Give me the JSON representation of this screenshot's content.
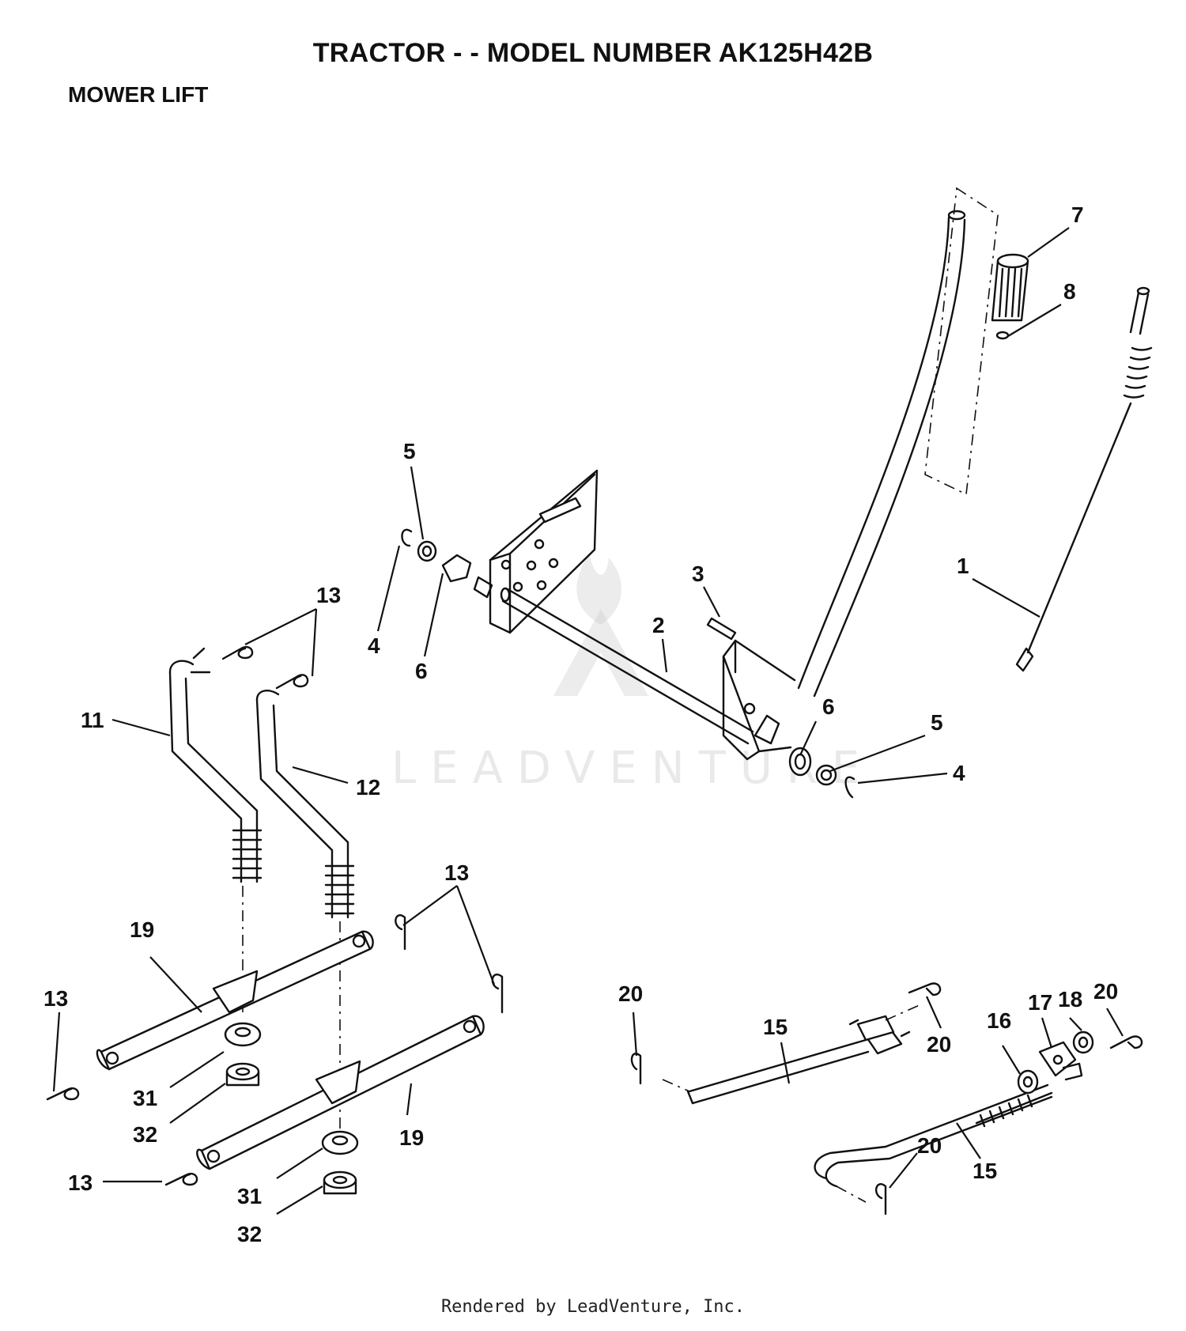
{
  "header": {
    "title": "TRACTOR - - MODEL NUMBER AK125H42B",
    "section": "MOWER LIFT"
  },
  "watermark": {
    "text": "LEADVENTURE"
  },
  "footer": {
    "credit": "Rendered by LeadVenture, Inc."
  },
  "callouts": [
    "7",
    "8",
    "1",
    "5",
    "4",
    "6",
    "3",
    "2",
    "6",
    "5",
    "4",
    "13",
    "11",
    "12",
    "13",
    "19",
    "13",
    "31",
    "32",
    "19",
    "13",
    "31",
    "32",
    "20",
    "15",
    "20",
    "16",
    "17",
    "18",
    "20",
    "20",
    "15"
  ]
}
